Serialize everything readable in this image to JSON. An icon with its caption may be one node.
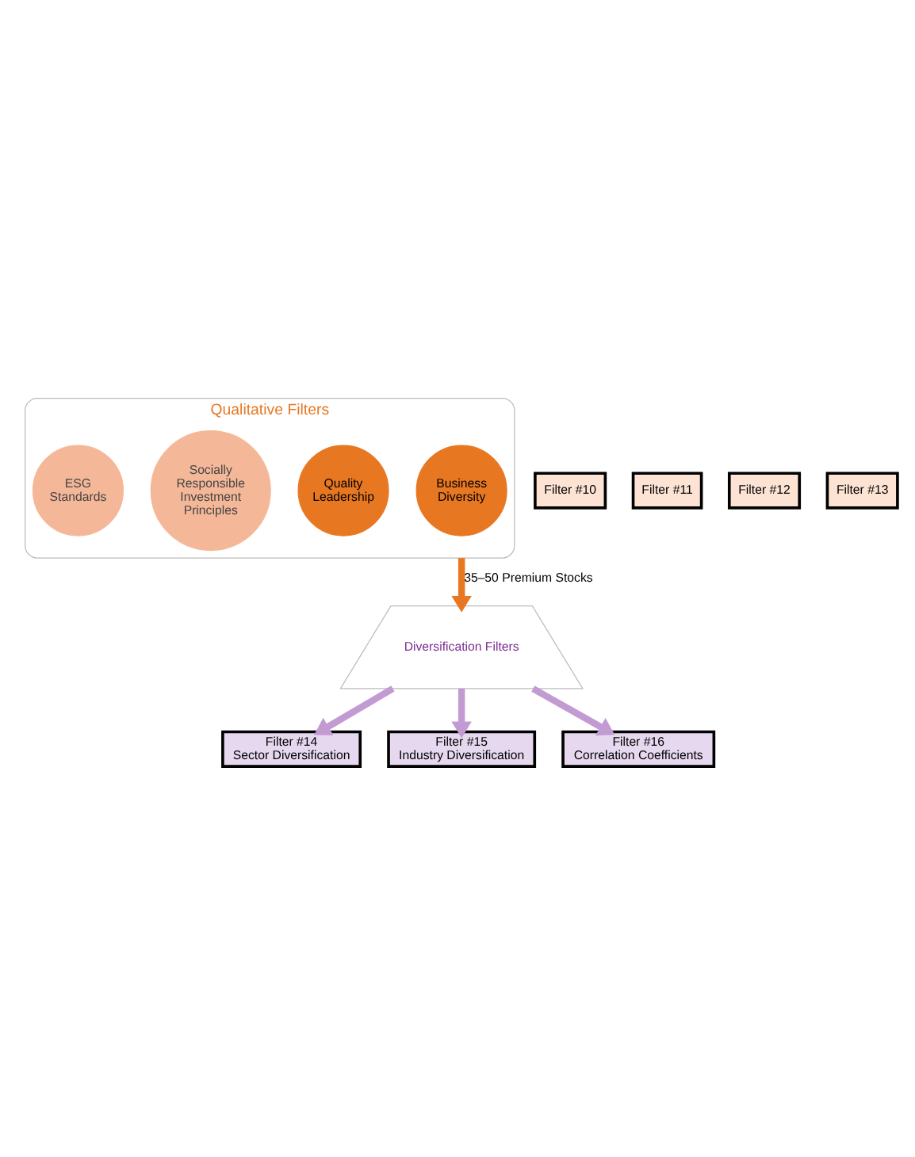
{
  "diagram": {
    "nodes": [
      {
        "text": [
          "Qualitative Filters"
        ]
      },
      {
        "text": [
          "Business Diversity"
        ],
        "in": 0
      },
      {
        "text": [
          "Quality Leadership"
        ],
        "in": 0
      },
      {
        "text": [
          "Socially Responsible Investment Principles"
        ],
        "in": 0
      },
      {
        "text": [
          "ESG Standards"
        ],
        "in": 0
      },
      {
        "text": [
          "Filter #10"
        ]
      },
      {
        "text": [
          "Filter #11"
        ]
      },
      {
        "text": [
          "Filter #12"
        ]
      },
      {
        "text": [
          "Filter #13"
        ]
      },
      {
        "text": [
          "Diversification Filters"
        ]
      },
      {
        "text": [
          "Filter #14",
          "Sector Diversification"
        ]
      },
      {
        "text": [
          "Filter #15",
          "Industry Diversification"
        ]
      },
      {
        "text": [
          "Filter #16",
          "Correlation Coefficients"
        ]
      }
    ],
    "edges": [
      {
        "from": 0,
        "to": 9,
        "arrow": "to",
        "label": "35–50 Premium Stocks",
        "color": "#e87722"
      },
      {
        "from": 9,
        "to": 10,
        "arrow": "to",
        "color": "#c39bd3"
      },
      {
        "from": 9,
        "to": 11,
        "arrow": "to",
        "color": "#c39bd3"
      },
      {
        "from": 9,
        "to": 12,
        "arrow": "to",
        "color": "#c39bd3"
      }
    ]
  }
}
